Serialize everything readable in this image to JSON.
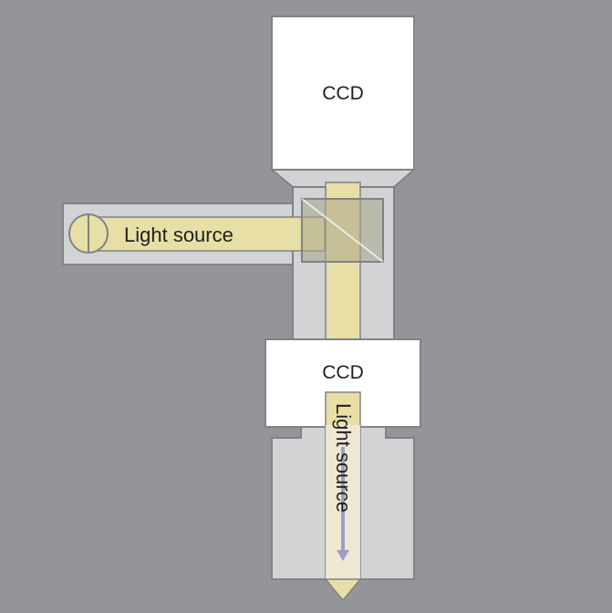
{
  "labels": {
    "ccd_top": "CCD",
    "ccd_middle": "CCD",
    "light_source_horizontal": "Light source",
    "light_source_vertical": "Light source"
  },
  "colors": {
    "background": "#939598",
    "outline": "#808285",
    "housing_fill": "#d1d3d4",
    "ccd_fill": "#ffffff",
    "beam_fill": "#e8dfa6",
    "beam_faded": "#efeada",
    "arrow": "#9b9fc6",
    "text": "#231f20"
  }
}
